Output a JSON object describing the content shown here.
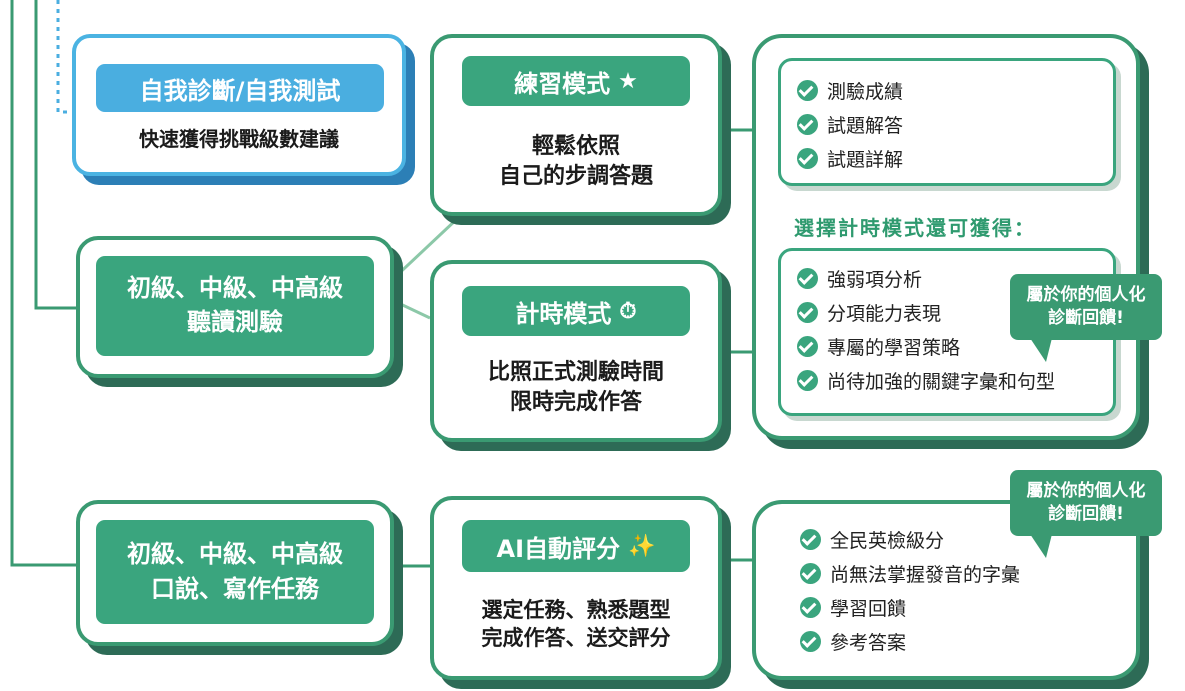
{
  "colors": {
    "green": "#3aa57e",
    "dark_green": "#2d6b56",
    "blue": "#4aaee0",
    "dark_blue": "#2c7fb6"
  },
  "self_test": {
    "title": "自我診斷/自我測試",
    "desc": "快速獲得挑戰級數建議"
  },
  "listening_reading": {
    "title_line1": "初級、中級、中高級",
    "title_line2": "聽讀測驗"
  },
  "speaking_writing": {
    "title_line1": "初級、中級、中高級",
    "title_line2": "口說、寫作任務"
  },
  "practice_mode": {
    "title": "練習模式",
    "icon": "star-icon",
    "desc_line1": "輕鬆依照",
    "desc_line2": "自己的步調答題"
  },
  "timed_mode": {
    "title": "計時模式",
    "icon": "stopwatch-icon",
    "desc_line1": "比照正式測驗時間",
    "desc_line2": "限時完成作答"
  },
  "ai_scoring": {
    "title": "AI自動評分",
    "icon": "magic-wand-icon",
    "desc_line1": "選定任務、熟悉題型",
    "desc_line2": "完成作答、送交評分"
  },
  "practice_results": [
    "測驗成績",
    "試題解答",
    "試題詳解"
  ],
  "timed_extra_title": "選擇計時模式還可獲得：",
  "timed_results": [
    "強弱項分析",
    "分項能力表現",
    "專屬的學習策略",
    "尚待加強的關鍵字彙和句型"
  ],
  "ai_results": [
    "全民英檢級分",
    "尚無法掌握發音的字彙",
    "學習回饋",
    "參考答案"
  ],
  "personal_bubble": {
    "line1": "屬於你的個人化",
    "line2": "診斷回饋!"
  }
}
